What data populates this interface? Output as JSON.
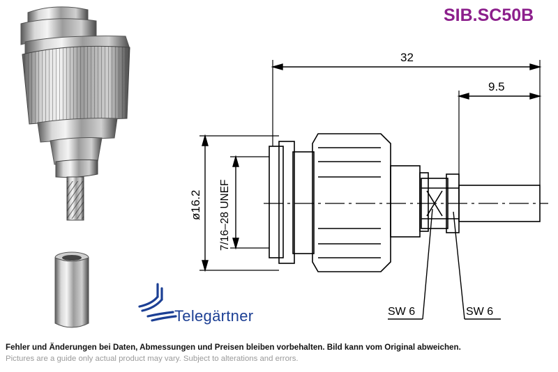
{
  "header": {
    "part_code": "SIB.SC50B"
  },
  "dimensions": {
    "overall_length": "32",
    "crimp_length": "9.5",
    "body_diameter": "ø16.2",
    "thread": "7/16–28 UNEF",
    "wrench_left": "SW 6",
    "wrench_right": "SW 6"
  },
  "brand": {
    "name": "Telegärtner"
  },
  "footer": {
    "disclaimer_de": "Fehler und Änderungen bei Daten, Abmessungen und Preisen bleiben vorbehalten. Bild kann vom Original abweichen.",
    "disclaimer_en": "Pictures are a guide only actual product may vary. Subject to alterations and errors."
  },
  "colors": {
    "part_code": "#8c1f8c",
    "brand": "#1c3f94",
    "metal": "#b5b5b5",
    "line": "#000000"
  }
}
